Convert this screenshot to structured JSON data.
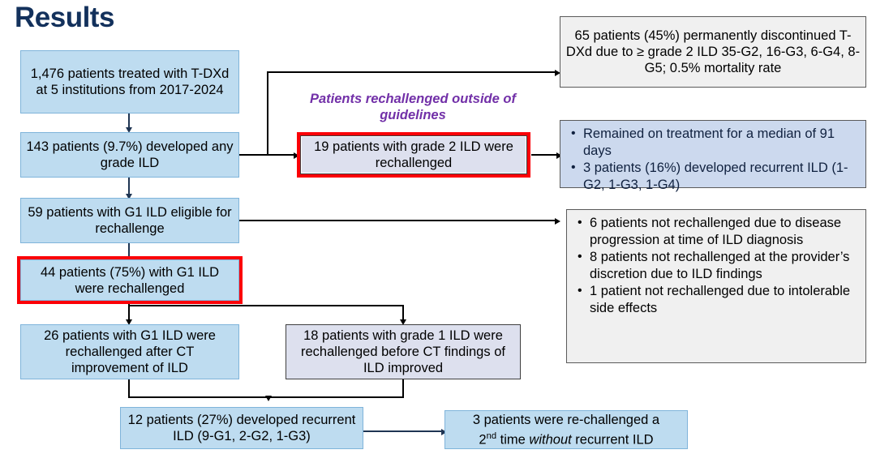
{
  "title": "Results",
  "caption": {
    "text": "Patients rechallenged outside of guidelines",
    "color": "#7230a8"
  },
  "colors": {
    "title": "#13315c",
    "blue_fill": "#bedcf0",
    "blue_border": "#7fb4da",
    "lavender_fill": "#dde0ee",
    "gray_fill": "#f0f0f0",
    "blue_list_fill": "#ccd9ee",
    "highlight_outline": "#fb0007",
    "connector": "#1f3553",
    "connector_dark": "#000000"
  },
  "nodes": {
    "cohort": {
      "text": "1,476 patients treated with T-DXd at 5 institutions from 2017-2024",
      "style": "blue",
      "highlighted": false
    },
    "any_grade_ild": {
      "text": "143 patients (9.7%) developed any grade ILD",
      "style": "blue",
      "highlighted": false
    },
    "g1_eligible": {
      "text": "59 patients with G1 ILD eligible for rechallenge",
      "style": "blue",
      "highlighted": false
    },
    "g1_rechallenged": {
      "text": "44 patients (75%) with G1 ILD were rechallenged",
      "style": "blue",
      "highlighted": true
    },
    "after_ct_improvement": {
      "text": "26 patients with G1 ILD were rechallenged after CT improvement of ILD",
      "style": "blue",
      "highlighted": false
    },
    "before_ct_findings": {
      "text": "18 patients with grade 1 ILD were rechallenged before CT findings of ILD improved",
      "style": "lavender",
      "highlighted": false
    },
    "recurrent_ild": {
      "text": "12 patients (27%) developed recurrent ILD (9-G1, 2-G2, 1-G3)",
      "style": "blue",
      "highlighted": false
    },
    "grade2_rechallenged": {
      "text": "19 patients with grade 2 ILD were rechallenged",
      "style": "lavender",
      "highlighted": true
    },
    "discontinued": {
      "text": "65 patients (45%) permanently discontinued T-DXd due to ≥ grade 2 ILD 35-G2, 16-G3, 6-G4, 8-G5; 0.5% mortality rate",
      "style": "gray",
      "highlighted": false
    },
    "second_rechallenge": {
      "line1": "3 patients were re-challenged a",
      "line2_pre": "2",
      "line2_sup": "nd",
      "line2_mid": " time ",
      "line2_italic": "without",
      "line2_post": " recurrent ILD",
      "style": "blue",
      "highlighted": false
    }
  },
  "lists": {
    "grade2_outcomes": {
      "style": "bluelist",
      "items": [
        "Remained on treatment for a median of 91 days",
        "3 patients (16%) developed recurrent ILD (1-G2, 1-G3, 1-G4)"
      ]
    },
    "not_rechallenged_reasons": {
      "style": "gray",
      "items": [
        "6 patients not rechallenged due to disease progression at time of ILD diagnosis",
        "8 patients not rechallenged at the provider’s discretion due to ILD findings",
        "1 patient not rechallenged due to intolerable side effects"
      ]
    }
  },
  "connectors": [
    {
      "name": "cohort-to-any-grade"
    },
    {
      "name": "any-grade-to-g1-eligible"
    },
    {
      "name": "any-grade-to-discontinued"
    },
    {
      "name": "any-grade-to-grade2-rechallenged"
    },
    {
      "name": "grade2-rechallenged-to-outcomes"
    },
    {
      "name": "g1-eligible-to-reasons"
    },
    {
      "name": "g1-eligible-to-g1-rechallenged"
    },
    {
      "name": "g1-rechallenged-to-after-ct"
    },
    {
      "name": "g1-rechallenged-to-before-ct"
    },
    {
      "name": "after-ct-to-recurrent"
    },
    {
      "name": "before-ct-to-recurrent"
    },
    {
      "name": "recurrent-to-second-rechallenge"
    }
  ]
}
